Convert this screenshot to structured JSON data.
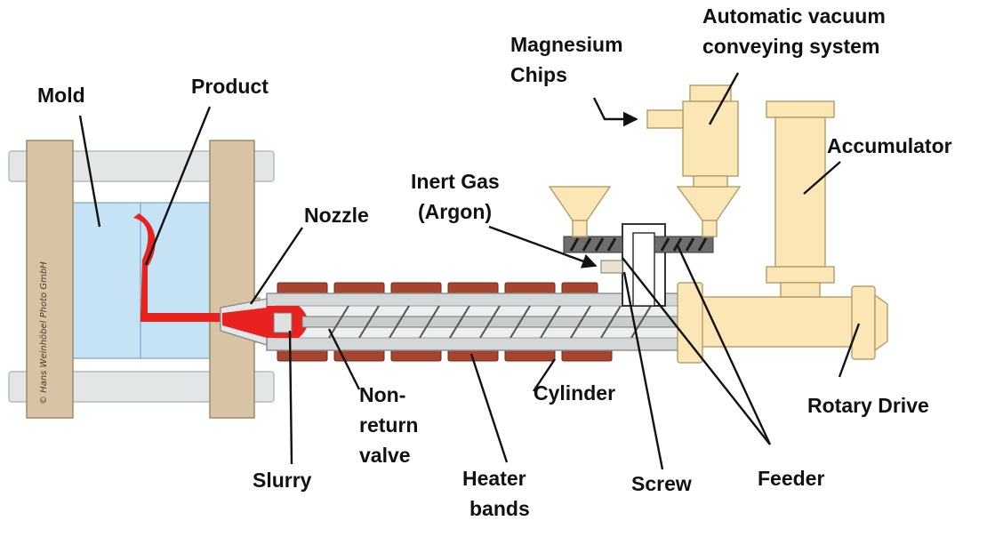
{
  "colors": {
    "mold_frame": "#d9c3a5",
    "frame_stroke": "#a0876a",
    "tie_bar": "#e3e6e6",
    "mold_cavity": "#c6e3f6",
    "melt": "#e8231f",
    "heater_band": "#a8432e",
    "cylinder": "#d5d8d9",
    "machine_body": "#fbe7b5",
    "machine_stroke": "#b9a06f",
    "screw_line": "#555555",
    "text": "#111111"
  },
  "labels": {
    "mold": "Mold",
    "product": "Product",
    "nozzle": "Nozzle",
    "inert_gas": [
      "Inert Gas",
      "(Argon)"
    ],
    "magnesium_chips": [
      "Magnesium",
      "Chips"
    ],
    "vacuum_system": [
      "Automatic vacuum",
      "conveying system"
    ],
    "accumulator": "Accumulator",
    "non_return_valve": [
      "Non-",
      "return",
      "valve"
    ],
    "cylinder": "Cylinder",
    "rotary_drive": "Rotary Drive",
    "slurry": "Slurry",
    "heater_bands": [
      "Heater",
      "bands"
    ],
    "screw": "Screw",
    "feeder": "Feeder"
  },
  "copyright": "© Hans Weinhöbel Photo GmbH"
}
